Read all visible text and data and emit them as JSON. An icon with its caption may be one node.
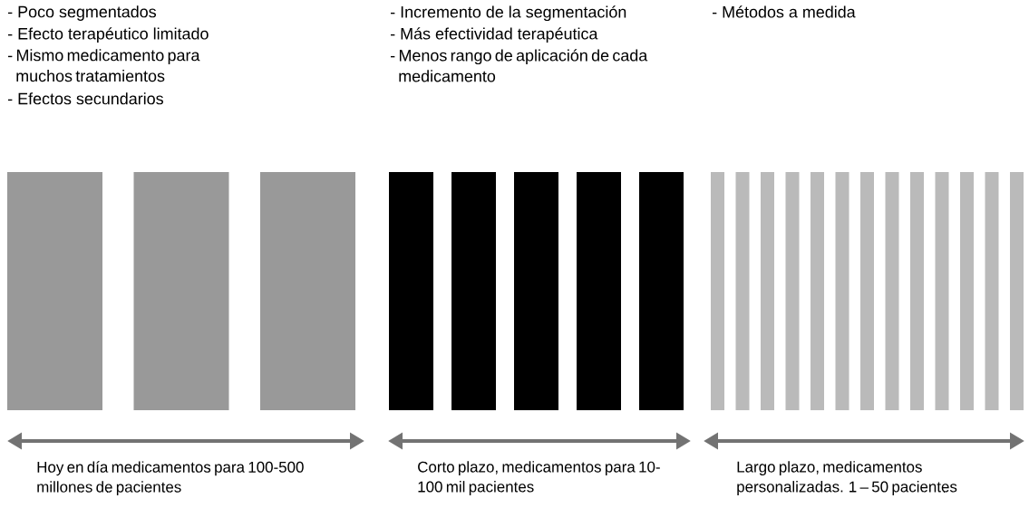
{
  "diagram": {
    "labels": [
      "- Poco segmentados",
      "- Efecto terapéutico limitado",
      "- Mismo medicamento para muchos tratamientos",
      "- Efectos secundarios",
      "- Incremento de la segmentación",
      "- Más efectividad terapéutica",
      "- Menos rango de aplicación de cada medicamento",
      "- Métodos a medida",
      "Hoy en día medicamentos para 100-500 millones de pacientes",
      "Corto plazo, medicamentos para 10-100 mil pacientes",
      "Largo plazo, medicamentos personalizadas. 1 – 50 pacientes"
    ]
  }
}
